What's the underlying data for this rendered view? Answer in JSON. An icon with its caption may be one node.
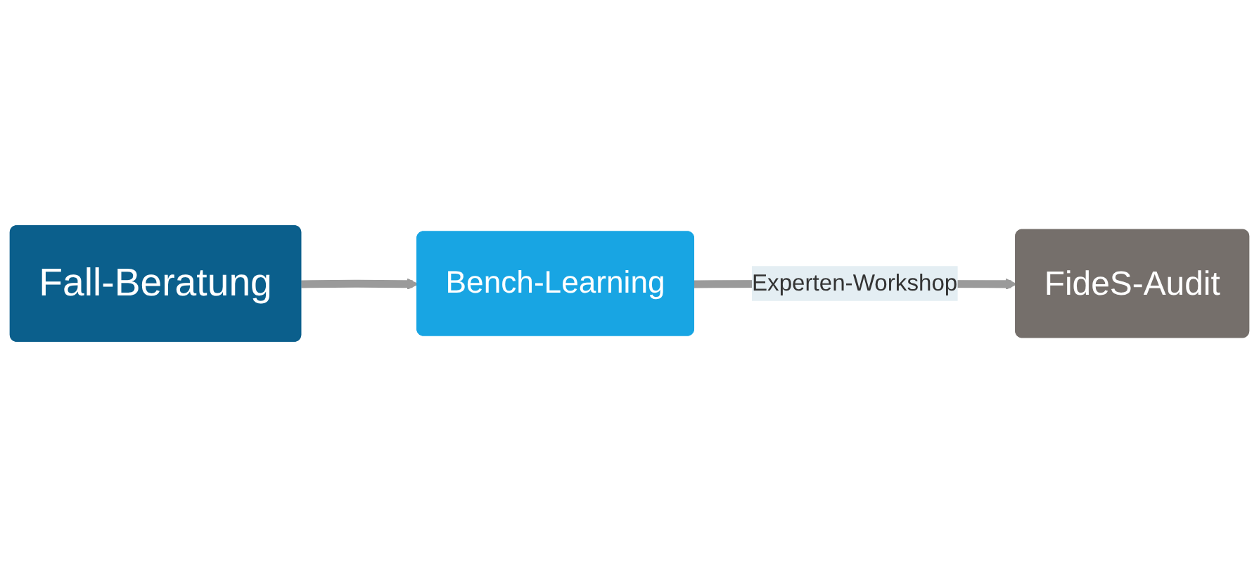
{
  "diagram": {
    "nodes": [
      {
        "text": [
          "Fall-Beratung"
        ]
      },
      {
        "text": [
          "Bench-Learning"
        ]
      },
      {
        "text": [
          "FideS-Audit"
        ]
      }
    ],
    "edges": [
      {
        "from": 0,
        "to": 1,
        "arrow": "to"
      },
      {
        "from": 1,
        "to": 2,
        "arrow": "to",
        "label": "Experten-Workshop"
      }
    ]
  }
}
